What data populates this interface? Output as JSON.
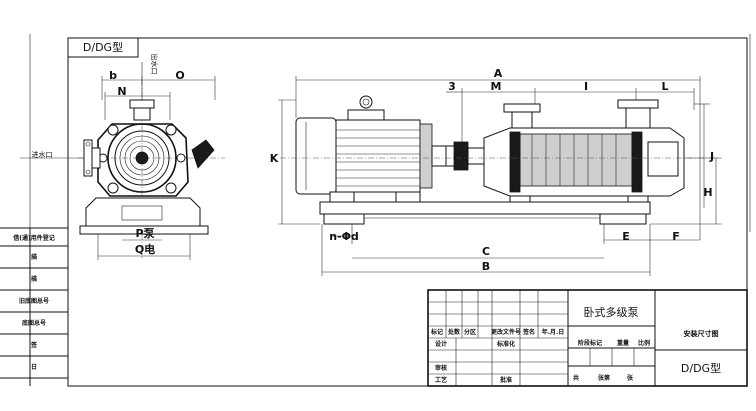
{
  "dims": {
    "A": "A",
    "M": "M",
    "I": "I",
    "L": "L",
    "N": "N",
    "b": "b",
    "O": "O",
    "n_d": "n-Φd",
    "C": "C",
    "B": "B",
    "E": "E",
    "F": "F",
    "K": "K",
    "J": "J",
    "H": "H",
    "num3": "3",
    "P": "P泵",
    "Q": "Q电"
  },
  "labels": {
    "outlet": "出水口",
    "inlet": "进水口",
    "model_box": "D/DG型"
  },
  "side_table": [
    "借(通)用件登记",
    "描",
    "描",
    "旧底图总号",
    "底图总号",
    "签",
    "日"
  ],
  "title_block": {
    "title": "卧式多级泵",
    "drawing": "安装尺寸图",
    "model": "D/DG型",
    "cols": [
      "标记",
      "处数",
      "分区",
      "更改文件号",
      "签名",
      "年.月.日"
    ],
    "stage": "阶段标记",
    "weight": "重量",
    "scale": "比例",
    "design": "设计",
    "standardize": "标准化",
    "check": "审核",
    "process": "工艺",
    "approve": "批准",
    "sheet_total": "共",
    "sheet_num": "张第",
    "sheet_unit": "张"
  }
}
